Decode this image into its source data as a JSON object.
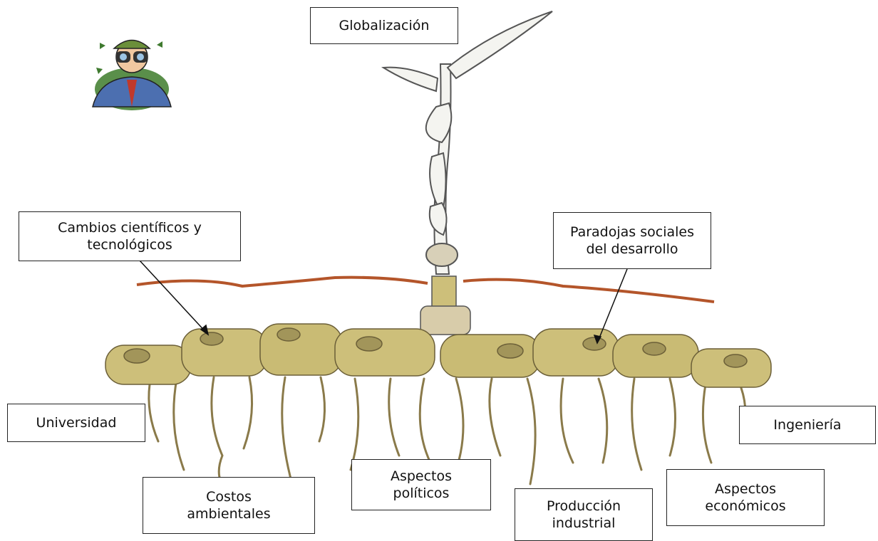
{
  "labels": {
    "top": "Globalización",
    "left_arrow": "Cambios científicos y\ntecnológicos",
    "right_arrow": "Paradojas sociales\ndel desarrollo",
    "universidad": "Universidad",
    "ingenieria": "Ingeniería",
    "costos": "Costos\nambientales",
    "politicos": "Aspectos\npolíticos",
    "produccion": "Producción\nindustrial",
    "economicos": "Aspectos\neconómicos"
  },
  "icons": {
    "clipart": "man-with-binoculars-icon",
    "plant": "plant-stem-icon",
    "rhizome": "rhizome-roots-icon"
  },
  "colors": {
    "soil_line": "#b4552a",
    "rhizome_fill": "#cdbf7a",
    "rhizome_shadow": "#a2955a",
    "root": "#8a7a4a",
    "stem_stroke": "#555555"
  }
}
